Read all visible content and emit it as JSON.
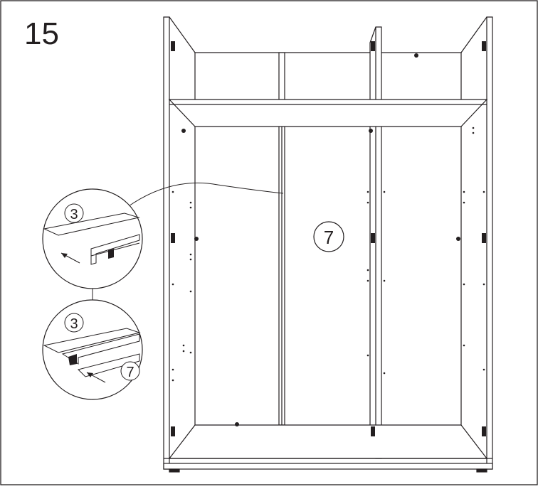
{
  "step_number": "15",
  "part_callouts": {
    "main_panel": "7",
    "detail_top_part": "3",
    "detail_bottom_part_a": "3",
    "detail_bottom_part_b": "7"
  },
  "colors": {
    "line": "#231f20",
    "background": "#ffffff"
  },
  "icons": {
    "slide_arrow": "arrow-left-down-icon",
    "hinge": "hinge-icon"
  }
}
